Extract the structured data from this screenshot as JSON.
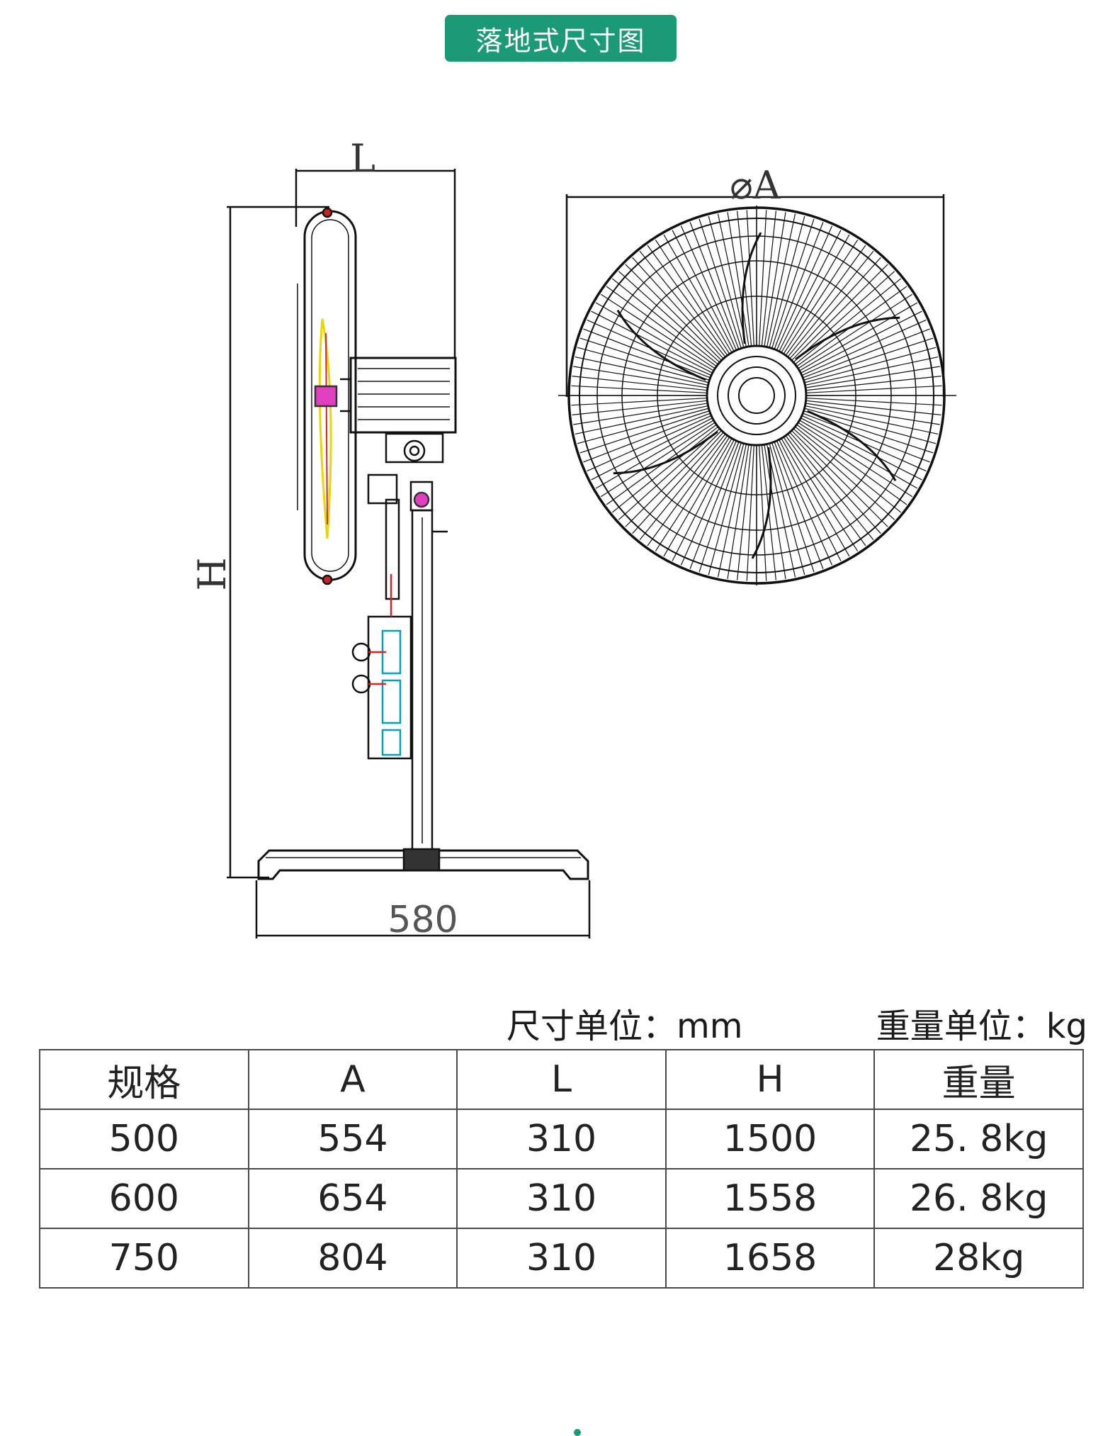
{
  "title": "落地式尺寸图",
  "accent_color": "#1a9a77",
  "drawing": {
    "label_L": "L",
    "label_A": "⌀A",
    "label_H": "H",
    "base_width": "580"
  },
  "units": {
    "size_unit": "尺寸单位：mm",
    "weight_unit": "重量单位：kg"
  },
  "table": {
    "headers": [
      "规格",
      "A",
      "L",
      "H",
      "重量"
    ],
    "rows": [
      [
        "500",
        "554",
        "310",
        "1500",
        "25. 8kg"
      ],
      [
        "600",
        "654",
        "310",
        "1558",
        "26. 8kg"
      ],
      [
        "750",
        "804",
        "310",
        "1658",
        "28kg"
      ]
    ]
  }
}
